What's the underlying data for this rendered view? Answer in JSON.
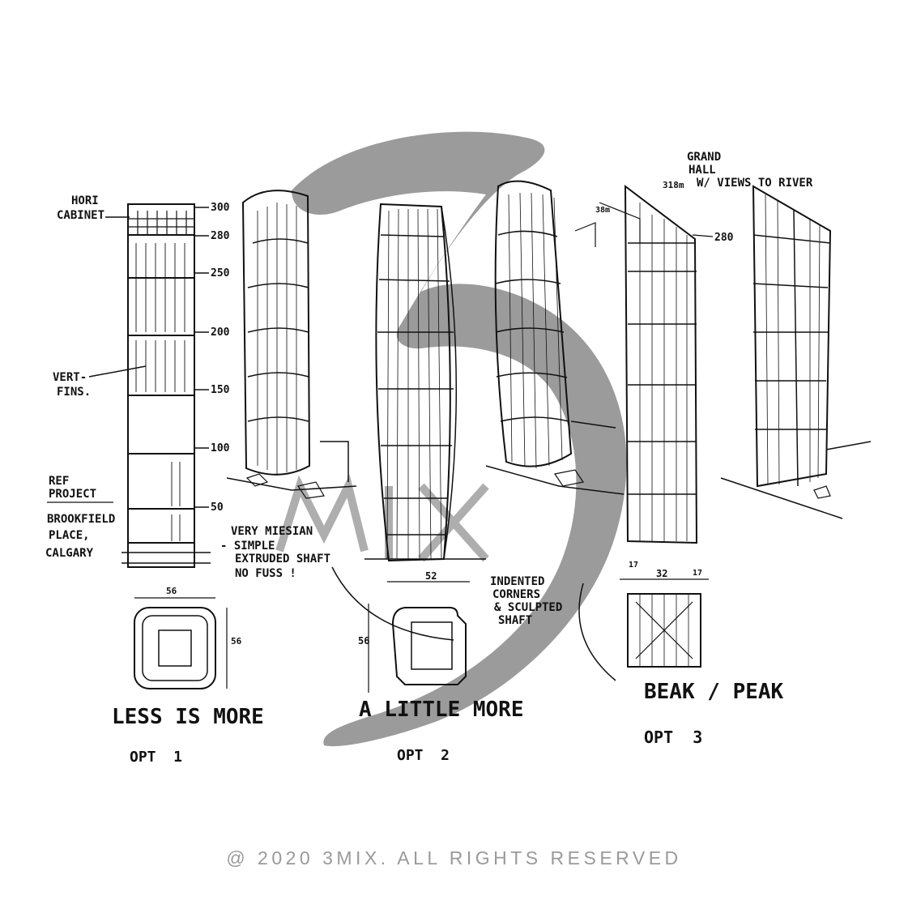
{
  "watermark": {
    "logo_text": "3MIX",
    "color": "#8a8a8a"
  },
  "ink_color": "#111111",
  "option1": {
    "elevation_labels": [
      "300",
      "280",
      "250",
      "200",
      "150",
      "100",
      "50"
    ],
    "note_hori": "HORI\nCABINET",
    "note_vert": "VERT-\nFINS.",
    "note_ref": "REF\nPROJECT",
    "note_brookfield": "BROOKFIELD\nPLACE,\nCALGARY",
    "note_miesian": "VERY MIESIAN\n- SIMPLE\nEXTRUDED SHAFT\nNO FUSS !",
    "plan_dim_w": "56",
    "plan_dim_h": "56",
    "title": "LESS IS MORE",
    "opt": "OPT  1"
  },
  "option2": {
    "plan_dim_w": "52",
    "plan_dim_h": "56",
    "note_corners": "INDENTED\nCORNERS\n& SCULPTED\nSHAFT",
    "title": "A LITTLE MORE",
    "opt": "OPT  2"
  },
  "option3": {
    "note_grand": "GRAND\nHALL\nW/ VIEWS TO RIVER",
    "dim_318": "318m",
    "dim_280": "280",
    "dim_38": "38m",
    "plan_dims": [
      "17",
      "32",
      "17"
    ],
    "title": "BEAK / PEAK",
    "opt": "OPT  3"
  },
  "copyright": "@ 2020 3MIX. ALL RIGHTS RESERVED"
}
